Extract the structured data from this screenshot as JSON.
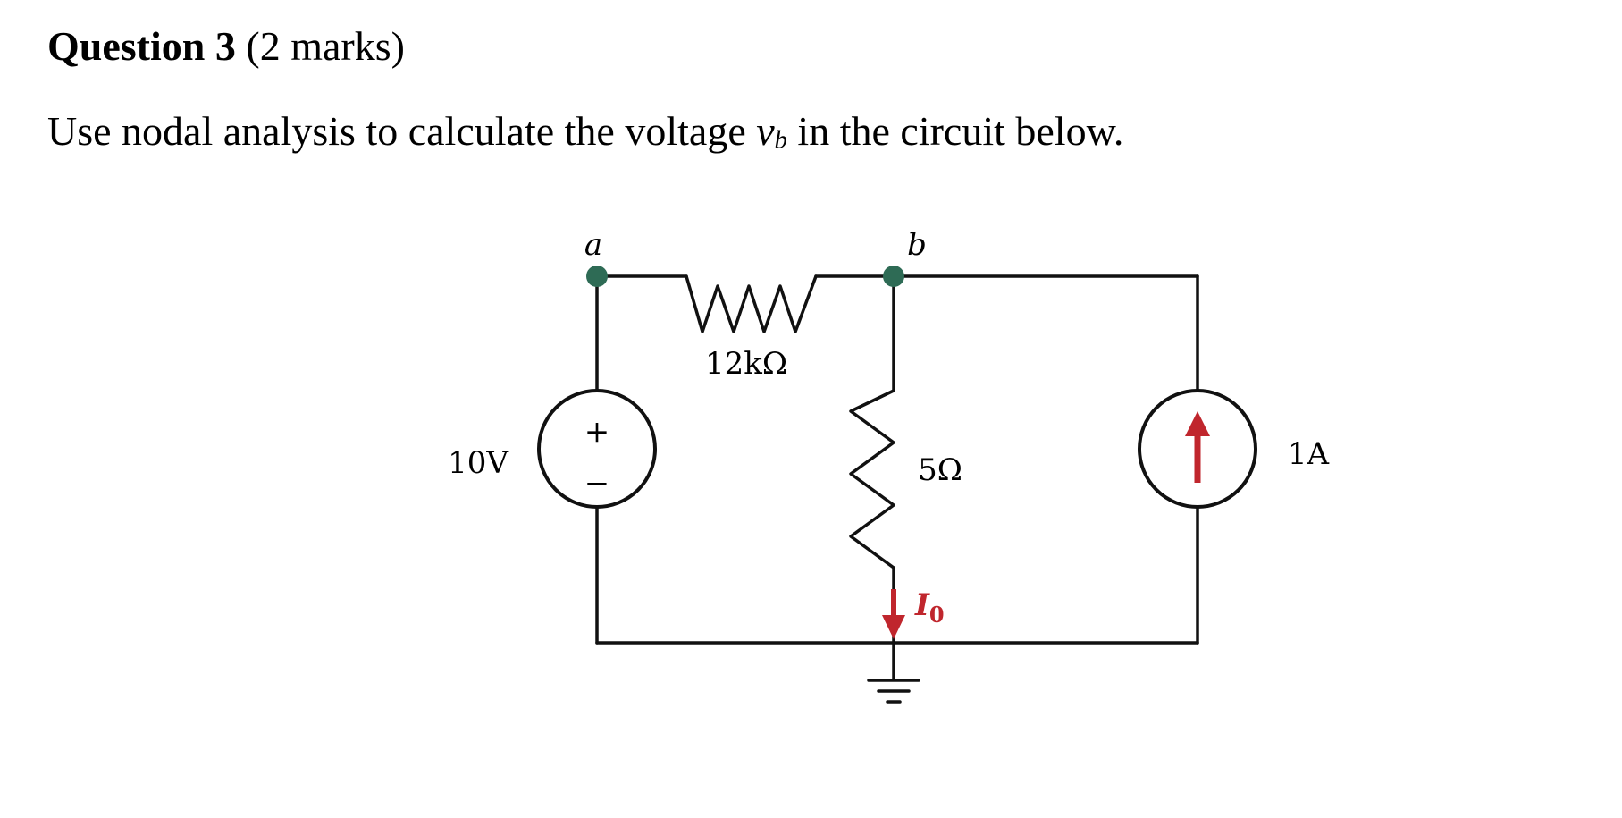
{
  "question": {
    "label": "Question 3",
    "marks": "(2 marks)"
  },
  "prompt": {
    "before": "Use nodal analysis to calculate the voltage ",
    "variable_base": "v",
    "variable_sub": "b",
    "after": " in the circuit below."
  },
  "circuit": {
    "node_a_label": "a",
    "node_b_label": "b",
    "resistor_top_label": "12kΩ",
    "resistor_middle_label": "5Ω",
    "voltage_source_label": "10V",
    "voltage_plus": "+",
    "voltage_minus": "−",
    "current_source_label": "1A",
    "current_label_base": "I",
    "current_label_sub": "0",
    "colors": {
      "wire": "#111111",
      "node_dot": "#2e6b55",
      "arrow": "#c0262d",
      "current_label": "#c0262d"
    }
  }
}
